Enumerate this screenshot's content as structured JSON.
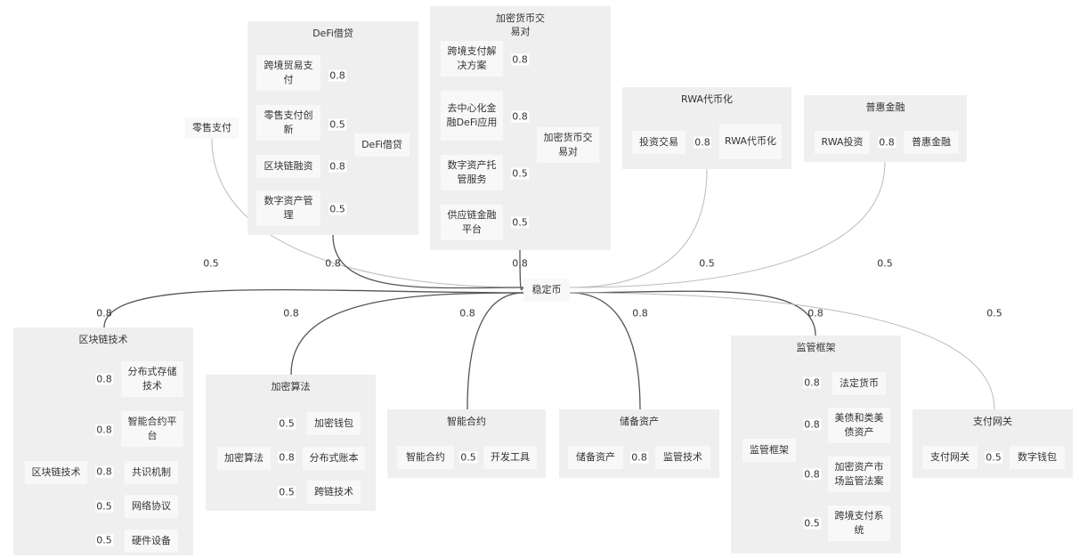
{
  "center": {
    "id": "stablecoin",
    "label": "稳定币"
  },
  "colors": {
    "strong_edge": "#555555",
    "weak_edge": "#bbbbbb",
    "cluster_bg": "#efefef",
    "node_bg": "#f8f8f8"
  },
  "standalone": [
    {
      "id": "retail",
      "label": "零售支付"
    }
  ],
  "clusters": [
    {
      "id": "defi",
      "title": "DeFi借贷",
      "hub": "DeFi借贷",
      "members": [
        {
          "label": "跨境贸易支付",
          "weight": "0.8"
        },
        {
          "label": "零售支付创新",
          "weight": "0.5"
        },
        {
          "label": "区块链融资",
          "weight": "0.8"
        },
        {
          "label": "数字资产管理",
          "weight": "0.5"
        }
      ]
    },
    {
      "id": "crypto_pair",
      "title": "加密货币交易对",
      "hub": "加密货币交易对",
      "members": [
        {
          "label": "跨境支付解决方案",
          "weight": "0.8"
        },
        {
          "label": "去中心化金融DeFi应用",
          "weight": "0.8"
        },
        {
          "label": "数字资产托管服务",
          "weight": "0.5"
        },
        {
          "label": "供应链金融平台",
          "weight": "0.5"
        }
      ]
    },
    {
      "id": "rwa",
      "title": "RWA代币化",
      "hub": "RWA代币化",
      "members": [
        {
          "label": "投资交易",
          "weight": "0.8"
        }
      ]
    },
    {
      "id": "inclusive",
      "title": "普惠金融",
      "hub": "普惠金融",
      "members": [
        {
          "label": "RWA投资",
          "weight": "0.8"
        }
      ]
    },
    {
      "id": "blockchain",
      "title": "区块链技术",
      "hub": "区块链技术",
      "members": [
        {
          "label": "分布式存储技术",
          "weight": "0.8"
        },
        {
          "label": "智能合约平台",
          "weight": "0.8"
        },
        {
          "label": "共识机制",
          "weight": "0.8"
        },
        {
          "label": "网络协议",
          "weight": "0.5"
        },
        {
          "label": "硬件设备",
          "weight": "0.5"
        }
      ]
    },
    {
      "id": "crypto_algo",
      "title": "加密算法",
      "hub": "加密算法",
      "members": [
        {
          "label": "加密钱包",
          "weight": "0.5"
        },
        {
          "label": "分布式账本",
          "weight": "0.8"
        },
        {
          "label": "跨链技术",
          "weight": "0.5"
        }
      ]
    },
    {
      "id": "smart_contract",
      "title": "智能合约",
      "hub": "智能合约",
      "members": [
        {
          "label": "开发工具",
          "weight": "0.5"
        }
      ]
    },
    {
      "id": "reserve",
      "title": "储备资产",
      "hub": "储备资产",
      "members": [
        {
          "label": "监管技术",
          "weight": "0.8"
        }
      ]
    },
    {
      "id": "regulation",
      "title": "监管框架",
      "hub": "监管框架",
      "members": [
        {
          "label": "法定货币",
          "weight": "0.8"
        },
        {
          "label": "美债和类美债资产",
          "weight": "0.8"
        },
        {
          "label": "加密资产市场监管法案",
          "weight": "0.8"
        },
        {
          "label": "跨境支付系统",
          "weight": "0.5"
        }
      ]
    },
    {
      "id": "gateway",
      "title": "支付网关",
      "hub": "支付网关",
      "members": [
        {
          "label": "数字钱包",
          "weight": "0.5"
        }
      ]
    }
  ],
  "center_edges": [
    {
      "target": "retail",
      "weight": "0.5"
    },
    {
      "target": "defi",
      "weight": "0.8"
    },
    {
      "target": "crypto_pair",
      "weight": "0.8"
    },
    {
      "target": "rwa",
      "weight": "0.5"
    },
    {
      "target": "inclusive",
      "weight": "0.5"
    },
    {
      "target": "blockchain",
      "weight": "0.8"
    },
    {
      "target": "crypto_algo",
      "weight": "0.8"
    },
    {
      "target": "smart_contract",
      "weight": "0.8"
    },
    {
      "target": "reserve",
      "weight": "0.8"
    },
    {
      "target": "regulation",
      "weight": "0.8"
    },
    {
      "target": "gateway",
      "weight": "0.5"
    }
  ]
}
